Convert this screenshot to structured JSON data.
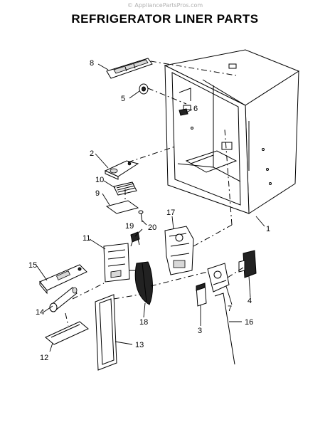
{
  "watermark": "© AppliancePartsPros.com",
  "title": "REFRIGERATOR LINER PARTS",
  "callouts": {
    "c1": "1",
    "c2": "2",
    "c3": "3",
    "c4": "4",
    "c5": "5",
    "c6": "6",
    "c7": "7",
    "c8": "8",
    "c9": "9",
    "c10": "10",
    "c11": "11",
    "c12": "12",
    "c13": "13",
    "c14": "14",
    "c15": "15",
    "c16": "16",
    "c17": "17",
    "c18": "18",
    "c19": "19",
    "c20": "20"
  }
}
